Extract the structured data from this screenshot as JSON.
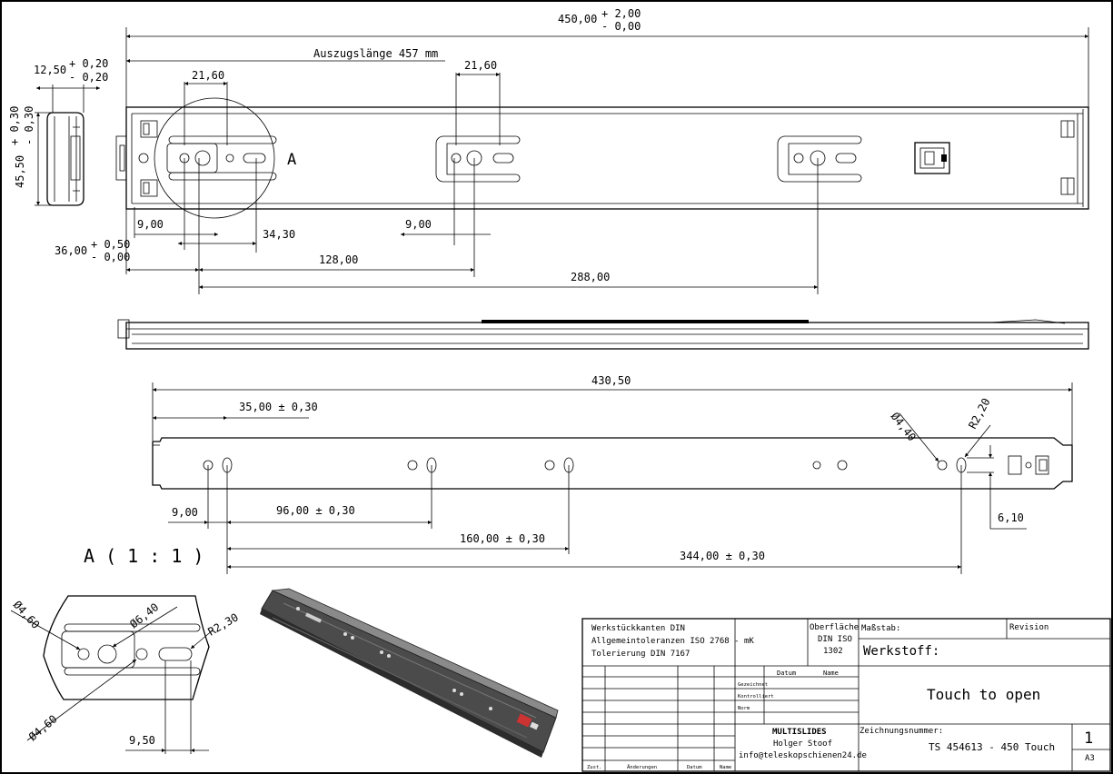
{
  "dimensions": {
    "total_length": "450,00",
    "total_tol_plus": "+ 2,00",
    "total_tol_minus": "- 0,00",
    "extension": "Auszugslänge 457 mm",
    "slot_left_width": "21,60",
    "slot_mid_width": "21,60",
    "profile_thickness": "12,50",
    "profile_thick_tol_plus": "+ 0,20",
    "profile_thick_tol_minus": "- 0,20",
    "height": "45,50",
    "height_tol_plus": "+ 0,30",
    "height_tol_minus": "- 0,30",
    "detail_marker": "A",
    "offset_left_9": "9,00",
    "offset_mid_9": "9,00",
    "offset_34": "34,30",
    "offset_36": "36,00",
    "offset_36_tol_plus": "+ 0,50",
    "offset_36_tol_minus": "- 0,00",
    "spacing_128": "128,00",
    "spacing_288": "288,00",
    "inner_length": "430,50",
    "inner_35": "35,00 ± 0,30",
    "inner_dia": "Ø4,40",
    "inner_radius": "R2,20",
    "inner_9": "9,00",
    "inner_96": "96,00 ± 0,30",
    "inner_160": "160,00 ± 0,30",
    "inner_344": "344,00 ± 0,30",
    "inner_6_10": "6,10"
  },
  "detail": {
    "title": "A ( 1 : 1 )",
    "dia_left_top": "Ø4,60",
    "dia_center": "Ø6,40",
    "radius": "R2,30",
    "dia_left_bottom": "Ø4,60",
    "width": "9,50"
  },
  "title_block": {
    "notes_line1": "Werkstückkanten DIN",
    "notes_line2": "Allgemeintoleranzen ISO 2768 - mK",
    "notes_line3": "Tolerierung DIN 7167",
    "surface_label": "Oberfläche",
    "surface_std": "DIN ISO",
    "surface_num": "1302",
    "scale_label": "Maßstab:",
    "revision_label": "Revision",
    "material_label": "Werkstoff:",
    "title": "Touch to open",
    "date_head": "Datum",
    "name_head": "Name",
    "row_drawn": "Gezeichnet",
    "row_checked": "Kontrolliert",
    "row_norm": "Norm",
    "company": "MULTISLIDES",
    "person": "Holger Stoof",
    "email": "info@teleskopschienen24.de",
    "drawing_no_label": "Zeichnungsnummer:",
    "drawing_no": "TS 454613 - 450 Touch",
    "sheet_no": "1",
    "format": "A3",
    "col_zust": "Zust.",
    "col_aenderungen": "Änderungen",
    "col_datum": "Datum",
    "col_name": "Name"
  }
}
